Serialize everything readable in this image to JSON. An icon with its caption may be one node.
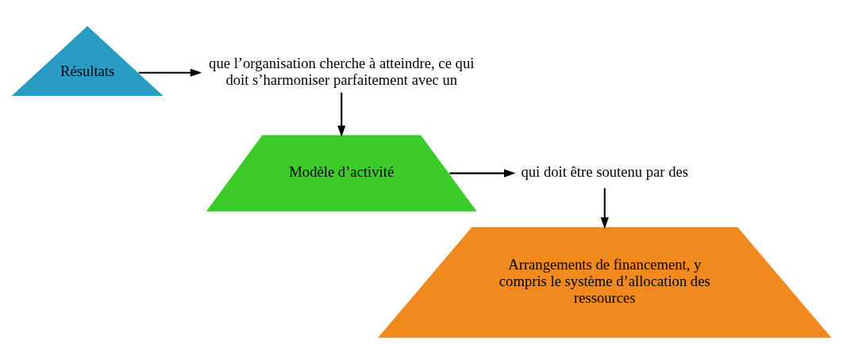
{
  "diagram": {
    "nodes": [
      {
        "text": [
          "Résultats"
        ]
      },
      {
        "text": [
          "que l’organisation cherche à atteindre, ce qui doit s’harmoniser parfaitement avec un"
        ]
      },
      {
        "text": [
          "Modèle d’activité"
        ]
      },
      {
        "text": [
          "qui doit être soutenu par des"
        ]
      },
      {
        "text": [
          "Arrangements de financement, y compris le système d’allocation des ressources"
        ]
      }
    ],
    "edges": [
      {
        "from": 0,
        "to": 1,
        "arrow": "to"
      },
      {
        "from": 1,
        "to": 2,
        "arrow": "to"
      },
      {
        "from": 2,
        "to": 3,
        "arrow": "to"
      },
      {
        "from": 3,
        "to": 4,
        "arrow": "to"
      }
    ]
  }
}
